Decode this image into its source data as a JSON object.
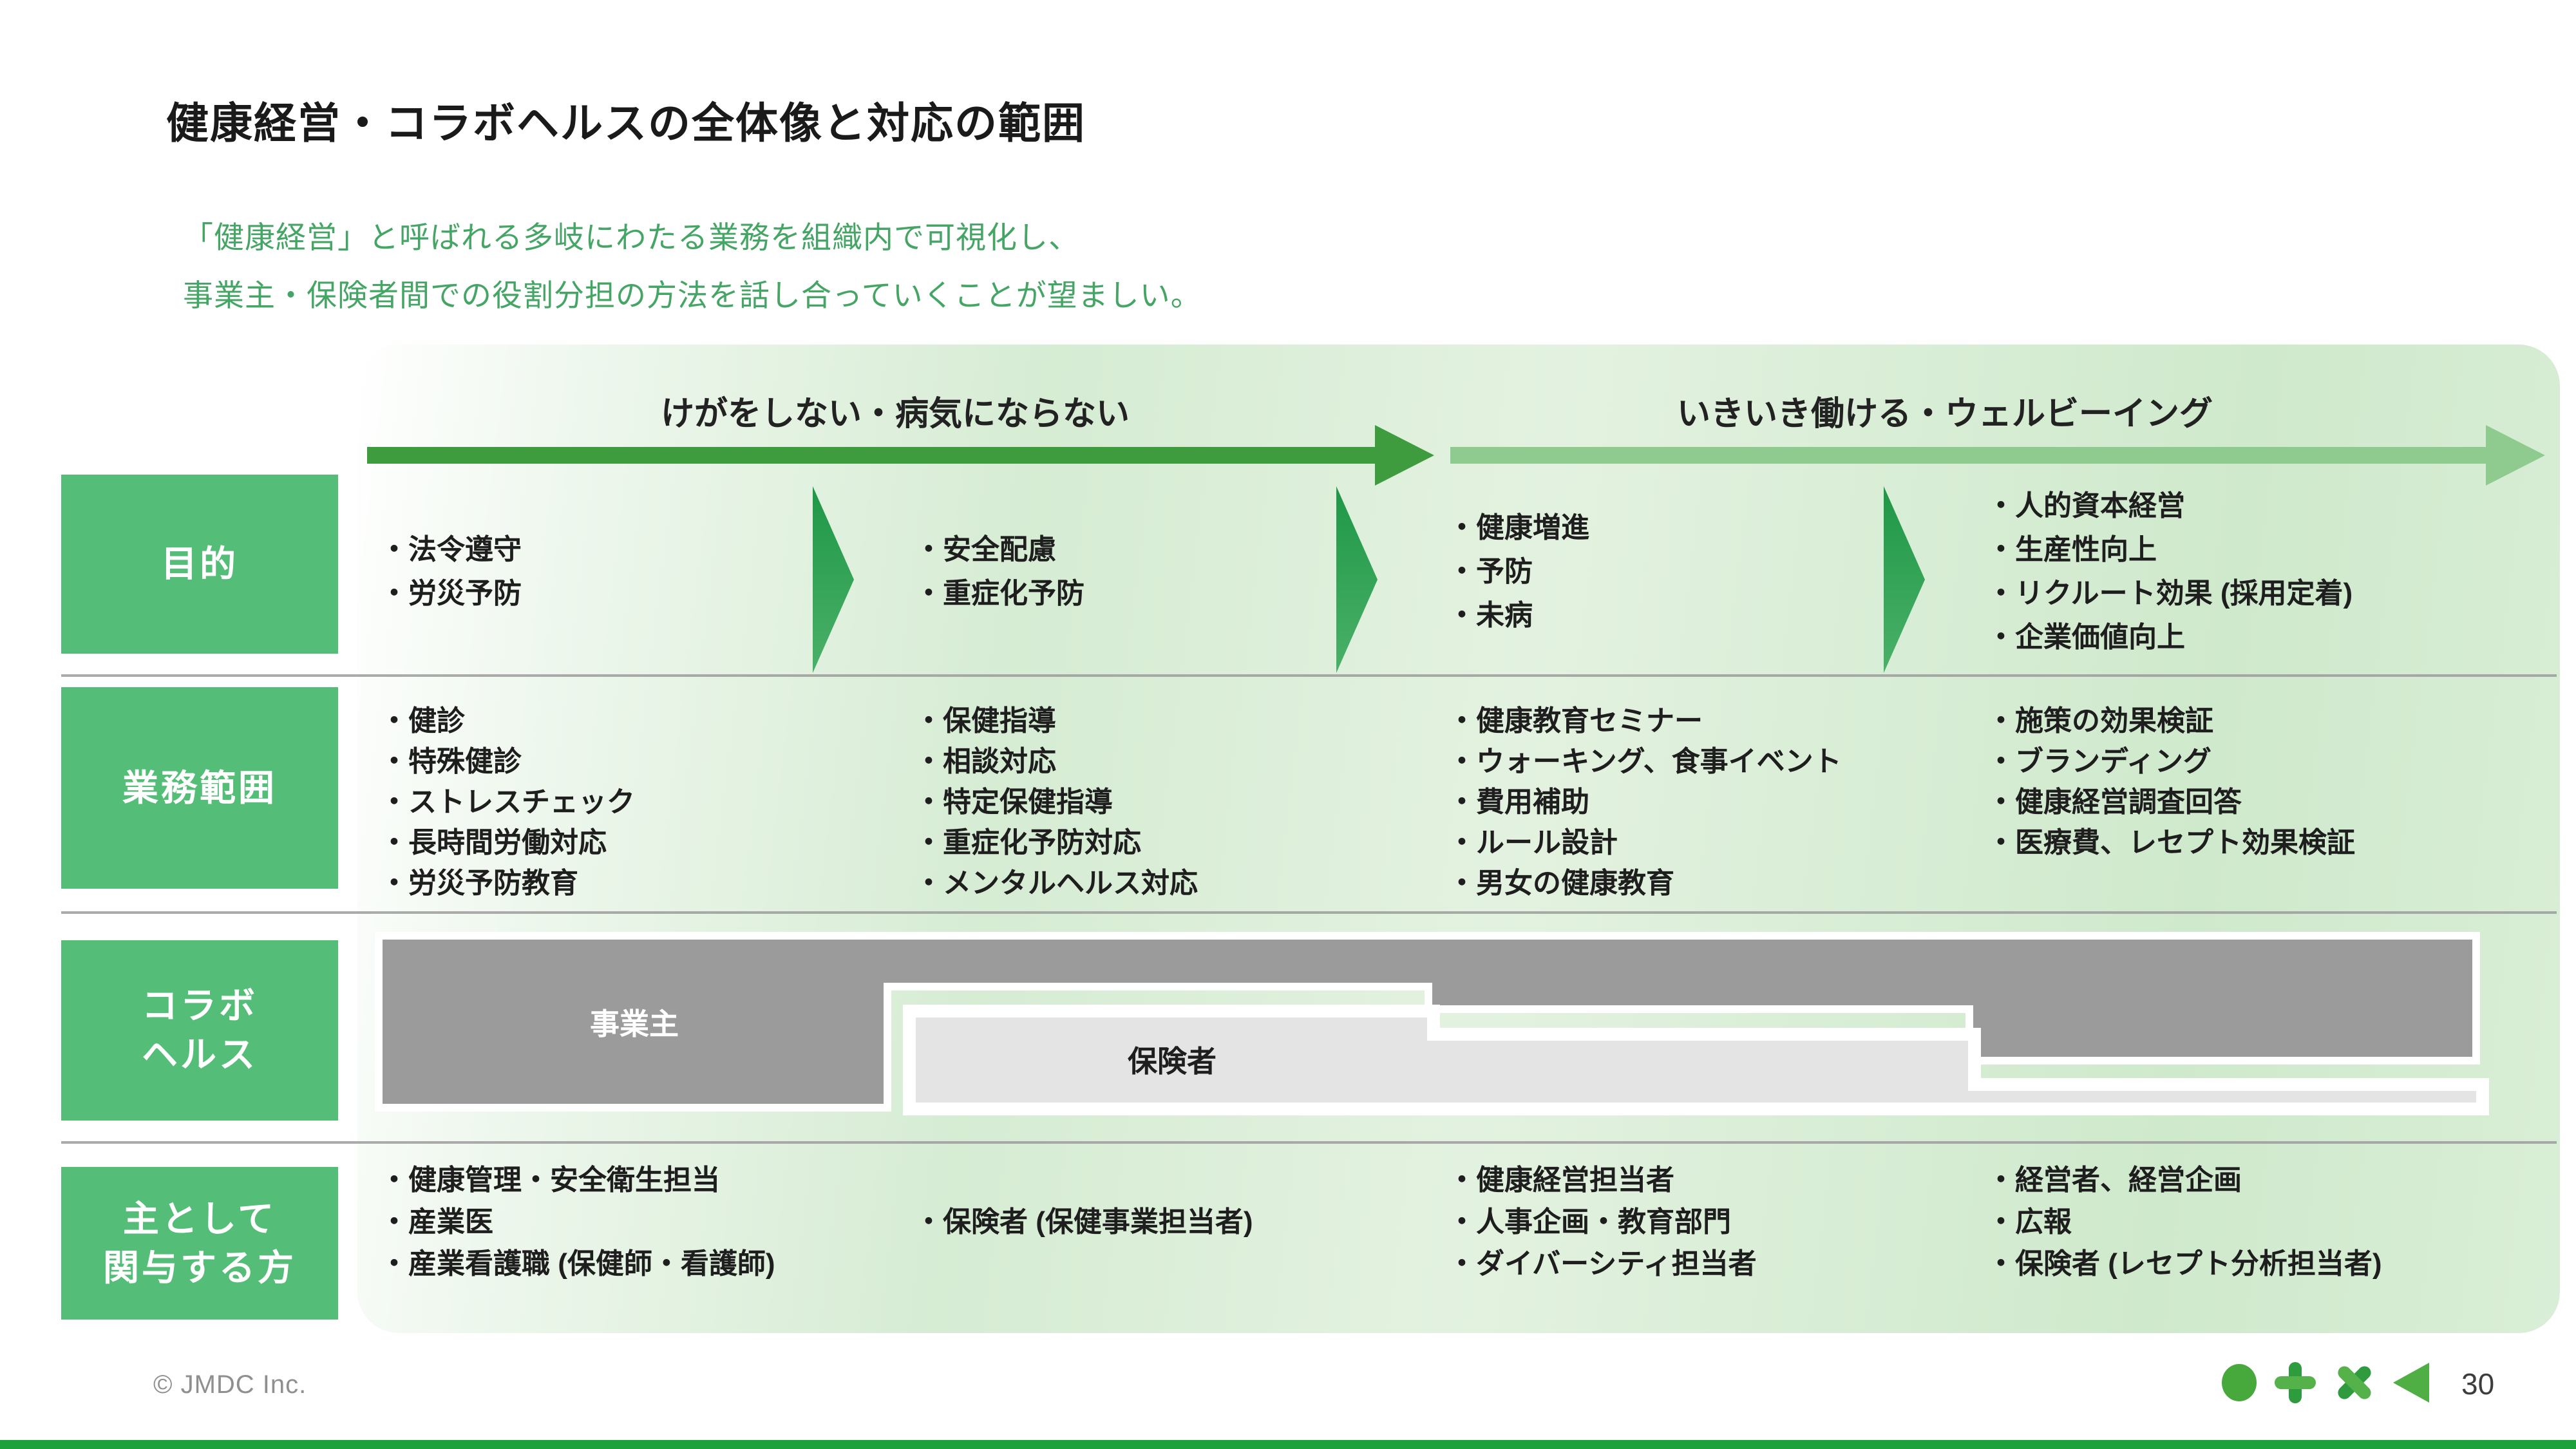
{
  "title": "健康経営・コラボヘルスの全体像と対応の範囲",
  "subtitle_line1": "「健康経営」と呼ばれる多岐にわたる業務を組織内で可視化し、",
  "subtitle_line2": "事業主・保険者間での役割分担の方法を話し合っていくことが望ましい。",
  "axis": {
    "left_label": "けがをしない・病気にならない",
    "right_label": "いきいき働ける・ウェルビーイング"
  },
  "row_labels": {
    "purpose": "目的",
    "scope": "業務範囲",
    "collabo_line1": "コラボ",
    "collabo_line2": "ヘルス",
    "people_line1": "主として",
    "people_line2": "関与する方"
  },
  "purpose": {
    "col1": [
      "・法令遵守",
      "・労災予防"
    ],
    "col2": [
      "・安全配慮",
      "・重症化予防"
    ],
    "col3": [
      "・健康増進",
      "・予防",
      "・未病"
    ],
    "col4": [
      "・人的資本経営",
      "・生産性向上",
      "・リクルート効果 (採用定着)",
      "・企業価値向上"
    ]
  },
  "scope": {
    "col1": [
      "・健診",
      "・特殊健診",
      "・ストレスチェック",
      "・長時間労働対応",
      "・労災予防教育"
    ],
    "col2": [
      "・保健指導",
      "・相談対応",
      "・特定保健指導",
      "・重症化予防対応",
      "・メンタルヘルス対応"
    ],
    "col3": [
      "・健康教育セミナー",
      "・ウォーキング、食事イベント",
      "・費用補助",
      "・ルール設計",
      "・男女の健康教育"
    ],
    "col4": [
      "・施策の効果検証",
      "・ブランディング",
      "・健康経営調査回答",
      "・医療費、レセプト効果検証"
    ]
  },
  "collabo": {
    "employer_label": "事業主",
    "insurer_label": "保険者"
  },
  "people": {
    "col1": [
      "・健康管理・安全衛生担当",
      "・産業医",
      "・産業看護職 (保健師・看護師)"
    ],
    "col2": [
      "・保険者 (保健事業担当者)"
    ],
    "col3": [
      "・健康経営担当者",
      "・人事企画・教育部門",
      "・ダイバーシティ担当者"
    ],
    "col4": [
      "・経営者、経営企画",
      "・広報",
      "・保険者 (レセプト分析担当者)"
    ]
  },
  "footer": {
    "copyright": "© JMDC Inc.",
    "page_number": "30"
  },
  "colors": {
    "row_label_green": "#54bd77",
    "subtitle_green": "#45a565",
    "dark_arrow_green": "#3e9c3e",
    "light_arrow_green": "#8fcb8f",
    "chevron_green": "#2f9f52",
    "employer_gray": "#9b9b9b",
    "insurer_gray": "#e4e4e4",
    "footer_bar_green": "#1da13c"
  }
}
